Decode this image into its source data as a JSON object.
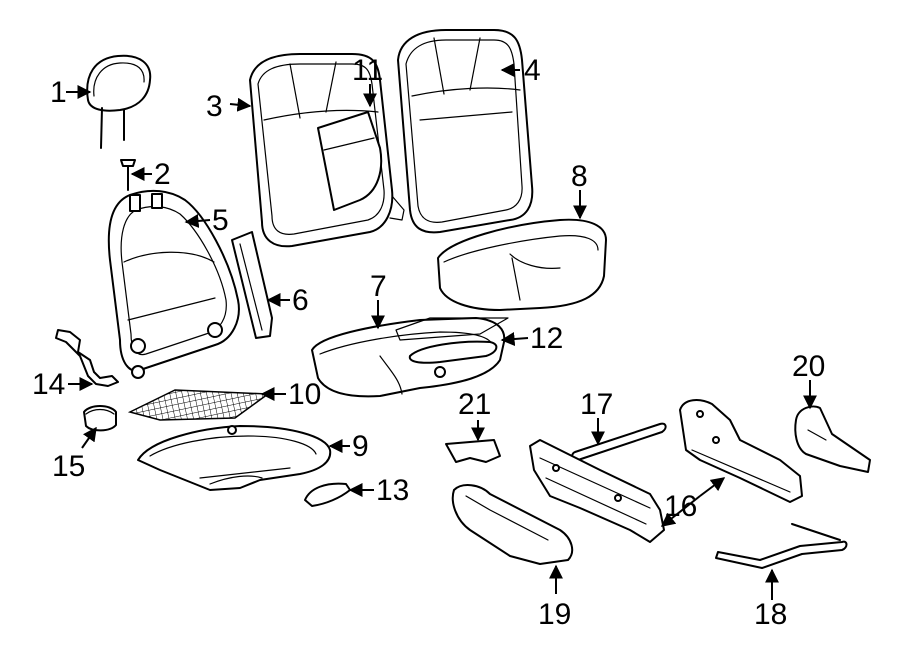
{
  "callouts": {
    "c1": "1",
    "c2": "2",
    "c3": "3",
    "c4": "4",
    "c5": "5",
    "c6": "6",
    "c7": "7",
    "c8": "8",
    "c9": "9",
    "c10": "10",
    "c11": "11",
    "c12": "12",
    "c13": "13",
    "c14": "14",
    "c15": "15",
    "c16": "16",
    "c17": "17",
    "c18": "18",
    "c19": "19",
    "c20": "20",
    "c21": "21"
  },
  "colors": {
    "line": "#000000",
    "paper": "#ffffff",
    "shade": "#8a8a8a"
  }
}
